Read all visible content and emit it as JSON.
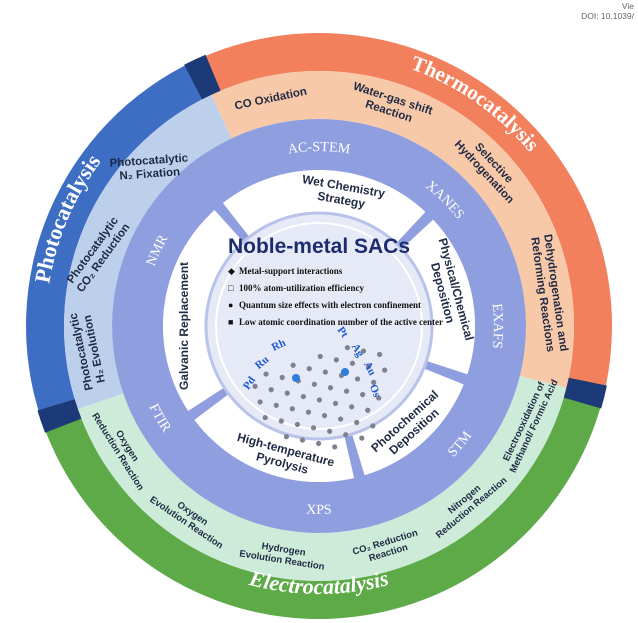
{
  "header": {
    "view_text": "Vie",
    "doi": "DOI: 10.1039/"
  },
  "center": {
    "title": "Noble-metal SACs",
    "bullets": [
      "Metal-support interactions",
      "100% atom-utilization efficiency",
      "Quantum size effects with electron confinement",
      "Low atomic coordination number of the active center"
    ],
    "metals_left": [
      "Pd",
      "Ru",
      "Rh"
    ],
    "metals_right": [
      "Pt",
      "Ag",
      "Au",
      "Os"
    ]
  },
  "categories": {
    "photocatalysis": "Photocatalysis",
    "thermocatalysis": "Thermocatalysis",
    "electrocatalysis": "Electrocatalysis"
  },
  "photo_apps": [
    [
      "Photocatalytic",
      "H₂ Evolution"
    ],
    [
      "Photocatalytic",
      "CO₂ Reduction"
    ],
    [
      "Photocatalytic",
      "N₂ Fixation"
    ]
  ],
  "thermo_apps": [
    [
      "CO Oxidation"
    ],
    [
      "Water-gas shift",
      "Reaction"
    ],
    [
      "Selective",
      "Hydrogenation"
    ],
    [
      "Dehydrogenation and",
      "Reforming Reactions"
    ]
  ],
  "electro_apps": [
    [
      "Oxygen",
      "Reduction Reaction"
    ],
    [
      "Oxygen",
      "Evolution Reaction"
    ],
    [
      "Hydrogen",
      "Evolution Reaction"
    ],
    [
      "CO₂ Reduction",
      "Reaction"
    ],
    [
      "Nitrogen",
      "Reduction Reaction"
    ],
    [
      "Electrooxidation of",
      "Methanol/ Formic Acid"
    ]
  ],
  "techniques": [
    "AC-STEM",
    "XANES",
    "EXAFS",
    "STM",
    "XPS",
    "FTIR",
    "NMR"
  ],
  "methods": [
    [
      "Wet Chemistry",
      "Strategy"
    ],
    [
      "Physical/Chemical",
      "Deposition"
    ],
    [
      "Photochemical",
      "Deposition"
    ],
    [
      "High-temperature",
      "Pyrolysis"
    ],
    [
      "Galvanic Replacement"
    ]
  ],
  "colors": {
    "photo_dark": "#3d6ec4",
    "photo_light": "#bcd0ec",
    "thermo_dark": "#f2805d",
    "thermo_light": "#f8c9a9",
    "electro_dark": "#5ea948",
    "electro_light": "#cdebd9",
    "technique_ring": "#8f9edf",
    "method_ring": "#ffffff",
    "separator": "#1d3a78",
    "text_dark": "#1f2a44",
    "label_light": "#ffffff"
  }
}
